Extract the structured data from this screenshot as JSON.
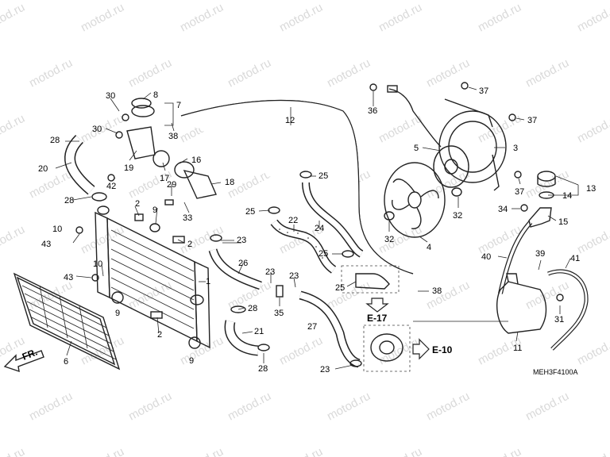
{
  "watermark": "motod.ru",
  "diagram_code": "MEH3F4100A",
  "direction_label": "FR.",
  "references": [
    "E-17",
    "E-10"
  ],
  "callouts": [
    "1",
    "2",
    "3",
    "4",
    "5",
    "6",
    "7",
    "8",
    "9",
    "10",
    "11",
    "12",
    "13",
    "14",
    "15",
    "16",
    "17",
    "18",
    "19",
    "20",
    "21",
    "22",
    "23",
    "24",
    "25",
    "26",
    "27",
    "28",
    "29",
    "30",
    "31",
    "32",
    "33",
    "34",
    "35",
    "36",
    "37",
    "38",
    "39",
    "40",
    "41",
    "42",
    "43"
  ]
}
